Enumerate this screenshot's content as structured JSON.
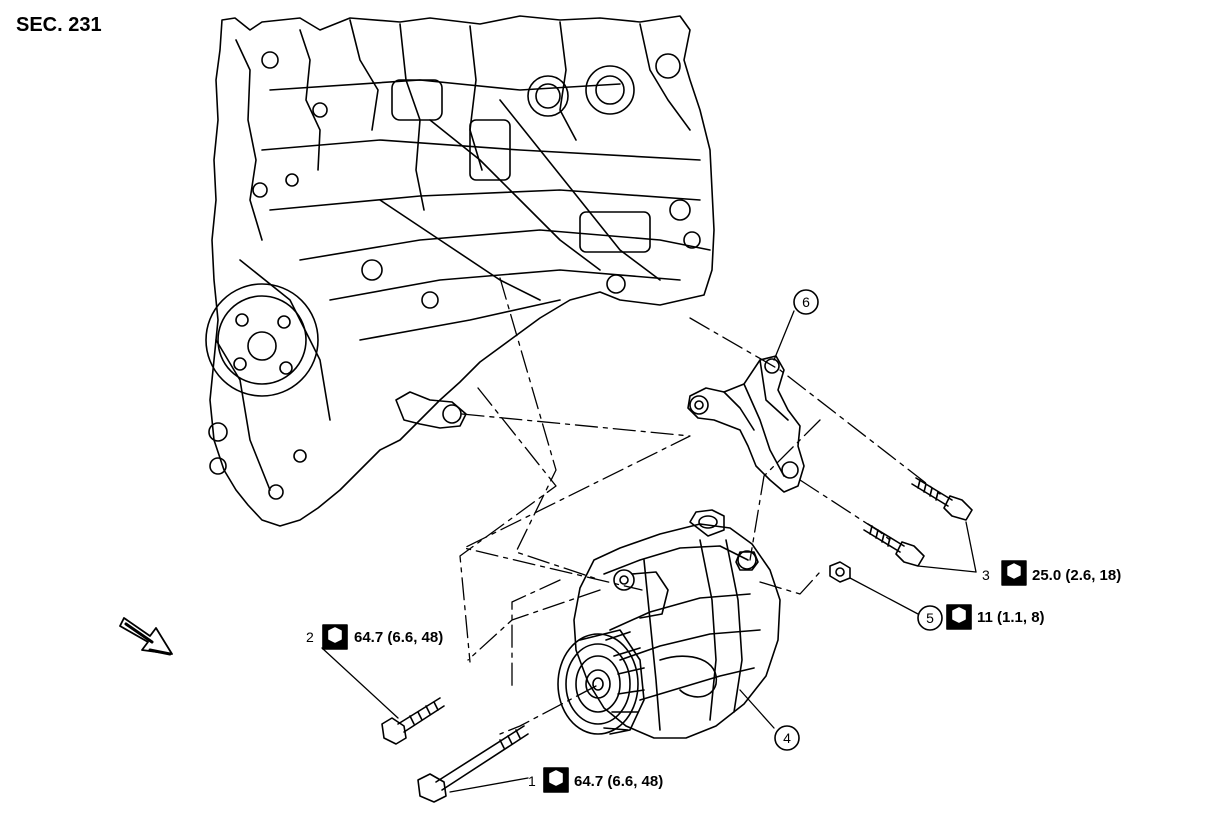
{
  "section": "SEC. 231",
  "callouts": [
    {
      "id": "1",
      "torque": "64.7 (6.6, 48)"
    },
    {
      "id": "2",
      "torque": "64.7 (6.6, 48)"
    },
    {
      "id": "3",
      "torque": "25.0 (2.6, 18)"
    },
    {
      "id": "4"
    },
    {
      "id": "5",
      "torque": "11 (1.1, 8)"
    },
    {
      "id": "6"
    }
  ],
  "icons": {
    "torque": "torque-wrench-icon",
    "front": "front-arrow-icon"
  }
}
